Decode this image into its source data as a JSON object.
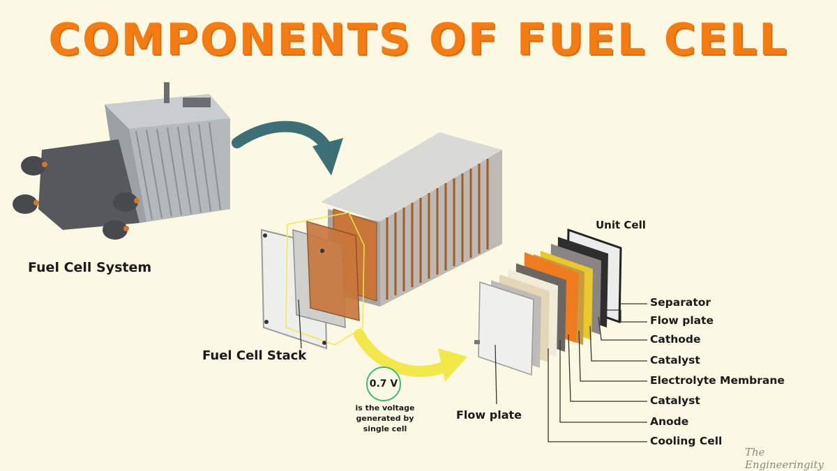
{
  "title": "COMPONENTS OF FUEL CELL",
  "labels": {
    "fuel_cell_system": "Fuel Cell System",
    "fuel_cell_stack": "Fuel Cell Stack",
    "unit_cell": "Unit Cell",
    "flow_plate": "Flow plate"
  },
  "voltage": {
    "value": "0.7 V",
    "note_lines": [
      "is the voltage",
      "generated by",
      "single cell"
    ]
  },
  "components": [
    "Separator",
    "Flow plate",
    "Cathode",
    "Catalyst",
    "Electrolyte Membrane",
    "Catalyst",
    "Anode",
    "Cooling Cell"
  ],
  "brand": "The Engineeringity",
  "colors": {
    "title": "#f57c12",
    "background": "#fbf8e3",
    "arrow_teal": "#3d6f77",
    "arrow_yellow": "#f2e84a",
    "voltage_ring": "#3cb878",
    "copper": "#c8763a"
  }
}
